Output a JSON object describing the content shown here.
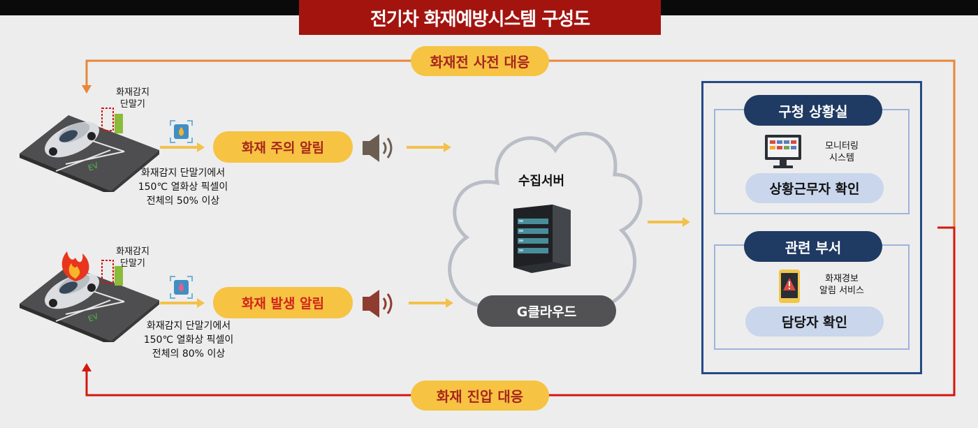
{
  "title": "전기차 화재예방시스템 구성도",
  "top_flow": "화재전 사전 대응",
  "bottom_flow": "화재 진압 대응",
  "scenario1": {
    "terminal_label_line1": "화재감지",
    "terminal_label_line2": "단말기",
    "alert": "화재 주의 알림",
    "condition_line1": "화재감지 단말기에서",
    "condition_line2": "150℃ 열화상 픽셀이",
    "condition_line3": "전체의 50% 이상",
    "parking_text": "EV"
  },
  "scenario2": {
    "terminal_label_line1": "화재감지",
    "terminal_label_line2": "단말기",
    "alert": "화재 발생 알림",
    "condition_line1": "화재감지 단말기에서",
    "condition_line2": "150℃ 열화상 픽셀이",
    "condition_line3": "전체의 80% 이상",
    "parking_text": "EV"
  },
  "cloud": {
    "server_label": "수집서버",
    "cloud_label": "G클라우드"
  },
  "receivers": {
    "box1": {
      "header": "구청 상황실",
      "system_line1": "모니터링",
      "system_line2": "시스템",
      "action": "상황근무자 확인"
    },
    "box2": {
      "header": "관련 부서",
      "system_line1": "화재경보",
      "system_line2": "알림 서비스",
      "action": "담당자 확인"
    }
  },
  "colors": {
    "title_bg": "#a3140f",
    "pre_response_line": "#e8873a",
    "suppression_line": "#d2180f",
    "alert_pill": "#f6c343",
    "navy": "#1f3a63"
  }
}
